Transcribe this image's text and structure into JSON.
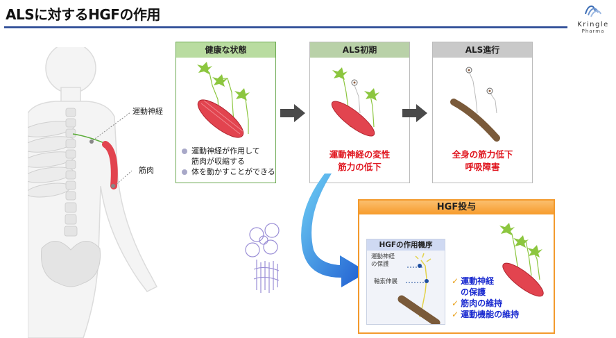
{
  "title": "ALSに対するHGFの作用",
  "logo": {
    "word": "Kringle",
    "sub": "Pharma",
    "icon": "kringle-wave-icon"
  },
  "body": {
    "label_nerve": "運動神経",
    "label_muscle": "筋肉"
  },
  "panels": [
    {
      "heading": "健康な状態",
      "bullets": [
        "運動神経が作用して",
        "筋肉が収縮する",
        "体を動かすことができる"
      ]
    },
    {
      "heading": "ALS初期",
      "note_line1": "運動神経の変性",
      "note_line2": "筋力の低下"
    },
    {
      "heading": "ALS進行",
      "note_line1": "全身の筋力低下",
      "note_line2": "呼吸障害"
    }
  ],
  "hgf": {
    "heading": "HGF投与",
    "mechanism": {
      "heading": "HGFの作用機序",
      "label1_line1": "運動神経",
      "label1_line2": "の保護",
      "label2": "軸索伸展"
    },
    "effects": [
      {
        "line1": "運動神経",
        "line2": "の保護"
      },
      {
        "line1": "筋肉の維持"
      },
      {
        "line1": "運動機能の維持"
      }
    ]
  },
  "colors": {
    "title_rule": "#1a3c8c",
    "healthy_header": "#b9dca0",
    "early_header": "#b9d1a8",
    "advanced_header": "#c9c9c9",
    "hgf_border": "#f39a2d",
    "alert_red": "#e0161f",
    "effect_blue": "#1b2bd0",
    "check_orange": "#e9a21e",
    "muscle_red": "#e2444f",
    "muscle_brown": "#7a5a3a",
    "neuron_green": "#8cc63f"
  }
}
